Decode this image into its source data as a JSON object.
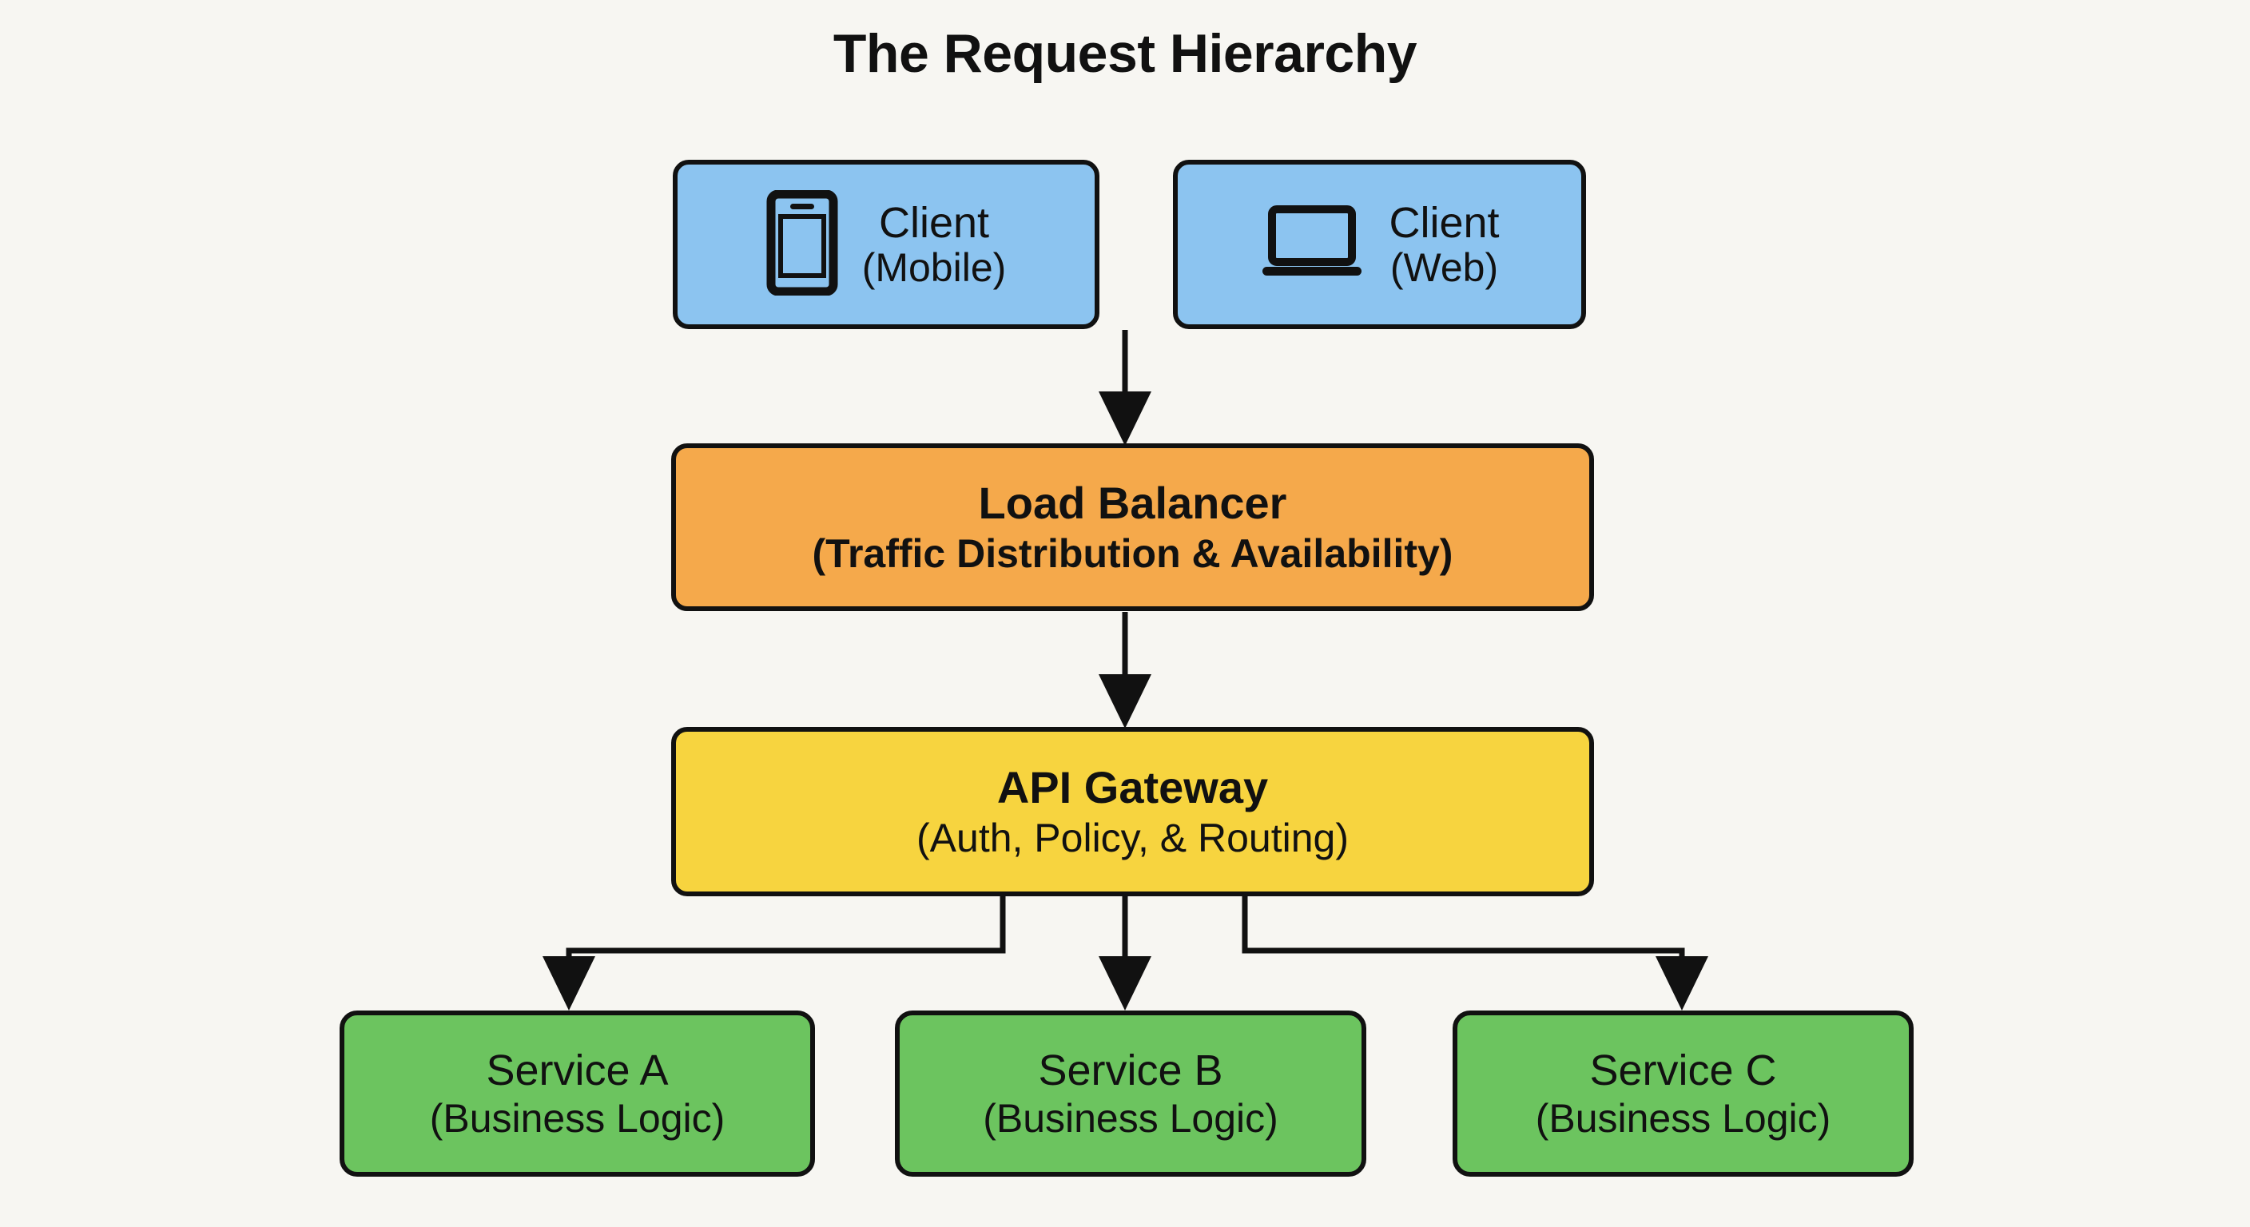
{
  "diagram": {
    "title": "The Request Hierarchy",
    "background_color": "#f7f6f2",
    "stroke_color": "#111111",
    "nodes": {
      "client_mobile": {
        "title": "Client",
        "subtitle": "(Mobile)",
        "icon": "mobile-phone-icon",
        "color": "#8cc4f0"
      },
      "client_web": {
        "title": "Client",
        "subtitle": "(Web)",
        "icon": "laptop-icon",
        "color": "#8cc4f0"
      },
      "load_balancer": {
        "title": "Load Balancer",
        "subtitle": "(Traffic Distribution & Availability)",
        "color": "#f5a94b"
      },
      "api_gateway": {
        "title": "API Gateway",
        "subtitle": "(Auth, Policy, & Routing)",
        "color": "#f7d43f"
      },
      "service_a": {
        "title": "Service A",
        "subtitle": "(Business Logic)",
        "color": "#6cc45f"
      },
      "service_b": {
        "title": "Service B",
        "subtitle": "(Business Logic)",
        "color": "#6cc45f"
      },
      "service_c": {
        "title": "Service C",
        "subtitle": "(Business Logic)",
        "color": "#6cc45f"
      }
    },
    "edges": [
      {
        "from": "clients",
        "to": "load_balancer",
        "style": "straight-arrow-down"
      },
      {
        "from": "load_balancer",
        "to": "api_gateway",
        "style": "straight-arrow-down"
      },
      {
        "from": "api_gateway",
        "to": "service_a",
        "style": "elbow-arrow-left"
      },
      {
        "from": "api_gateway",
        "to": "service_b",
        "style": "straight-arrow-down"
      },
      {
        "from": "api_gateway",
        "to": "service_c",
        "style": "elbow-arrow-right"
      }
    ]
  }
}
